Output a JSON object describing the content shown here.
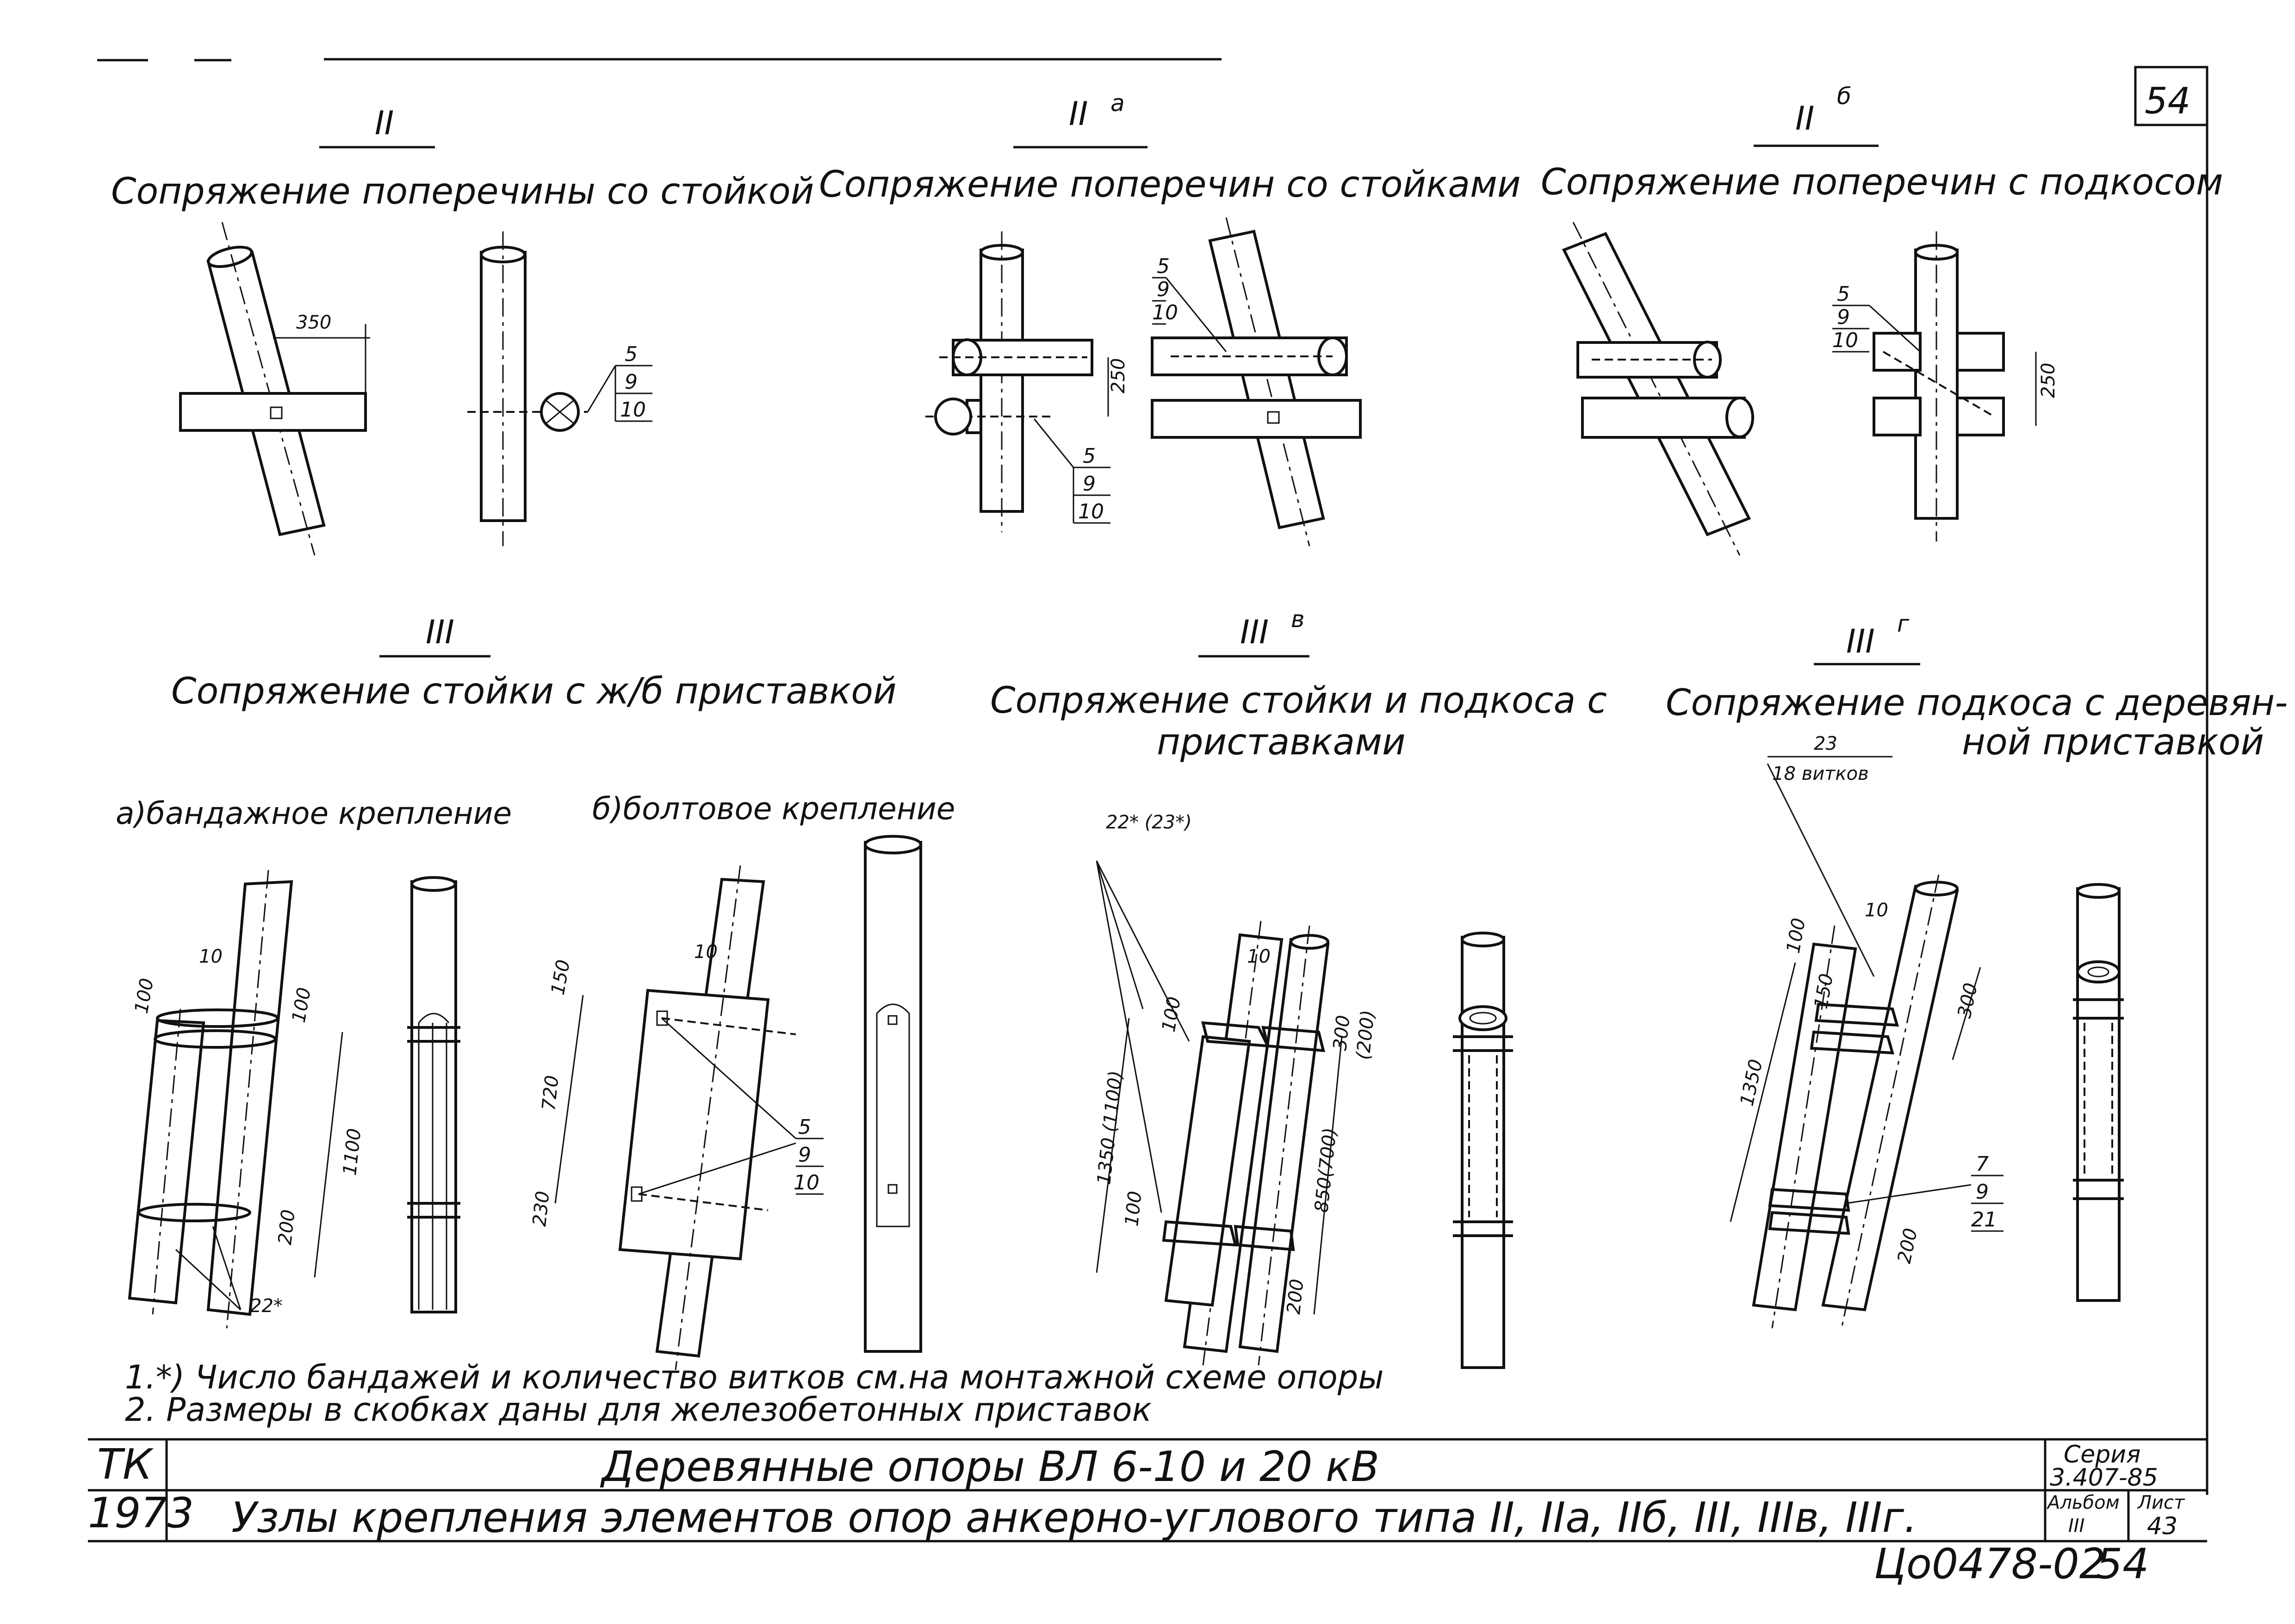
{
  "sheet_number": "54",
  "sections": [
    {
      "id": "II",
      "mark": "II",
      "mark_sup": "",
      "title": "Сопряжение поперечины со стойкой"
    },
    {
      "id": "IIa",
      "mark": "II",
      "mark_sup": "а",
      "title": "Сопряжение поперечин со стойками"
    },
    {
      "id": "IIb",
      "mark": "II",
      "mark_sup": "б",
      "title": "Сопряжение поперечин с подкосом"
    },
    {
      "id": "III",
      "mark": "III",
      "mark_sup": "",
      "title": "Сопряжение стойки с ж/б приставкой"
    },
    {
      "id": "IIIv",
      "mark": "III",
      "mark_sup": "в",
      "title_line1": "Сопряжение стойки и подкоса с",
      "title_line2": "приставками"
    },
    {
      "id": "IIIg",
      "mark": "III",
      "mark_sup": "г",
      "title_line1": "Сопряжение подкоса с деревян-",
      "title_line2": "ной приставкой"
    }
  ],
  "subsections": {
    "a": "а)бандажное крепление",
    "b": "б)болтовое крепление"
  },
  "dimensions": {
    "d350": "350",
    "d250a": "250",
    "d250b": "250",
    "d10a": "10",
    "d100a": "100",
    "d100b": "100",
    "d1100": "1100",
    "d200a": "200",
    "d150": "150",
    "d10b": "10",
    "d720": "720",
    "d230": "230",
    "d10c": "10",
    "d100c": "100",
    "d1350v": "1350 (1100)",
    "d100d": "100",
    "d300v": "300",
    "d200v": "(200)",
    "d850": "850(700)",
    "d200b": "200",
    "d10d": "10",
    "d100e": "100",
    "d150b": "150",
    "d300": "300",
    "d1350": "1350",
    "d200c": "200"
  },
  "callouts": {
    "c5": "5",
    "c9": "9",
    "c10": "10",
    "c7": "7",
    "c21": "21",
    "c22": "22*",
    "c22_23": "22* (23*)",
    "c23": "23",
    "c18": "18 витков"
  },
  "notes": {
    "n1": "1.*) Число бандажей и количество витков см.на монтажной схеме опоры",
    "n2": "2. Размеры в скобках даны для железобетонных приставок"
  },
  "title_block": {
    "org": "ТК",
    "year": "1973",
    "main_title": "Деревянные опоры ВЛ 6-10 и 20 кВ",
    "subtitle": "Узлы крепления элементов опор анкерно-углового типа II, IIа, IIб, III, IIIв, IIIг.",
    "series_label": "Серия",
    "series_value": "3.407-85",
    "album_label": "Альбом",
    "album_value": "III",
    "sheet_label": "Лист",
    "sheet_value": "43",
    "doc_code": "Цо0478-02",
    "doc_page": "54"
  }
}
